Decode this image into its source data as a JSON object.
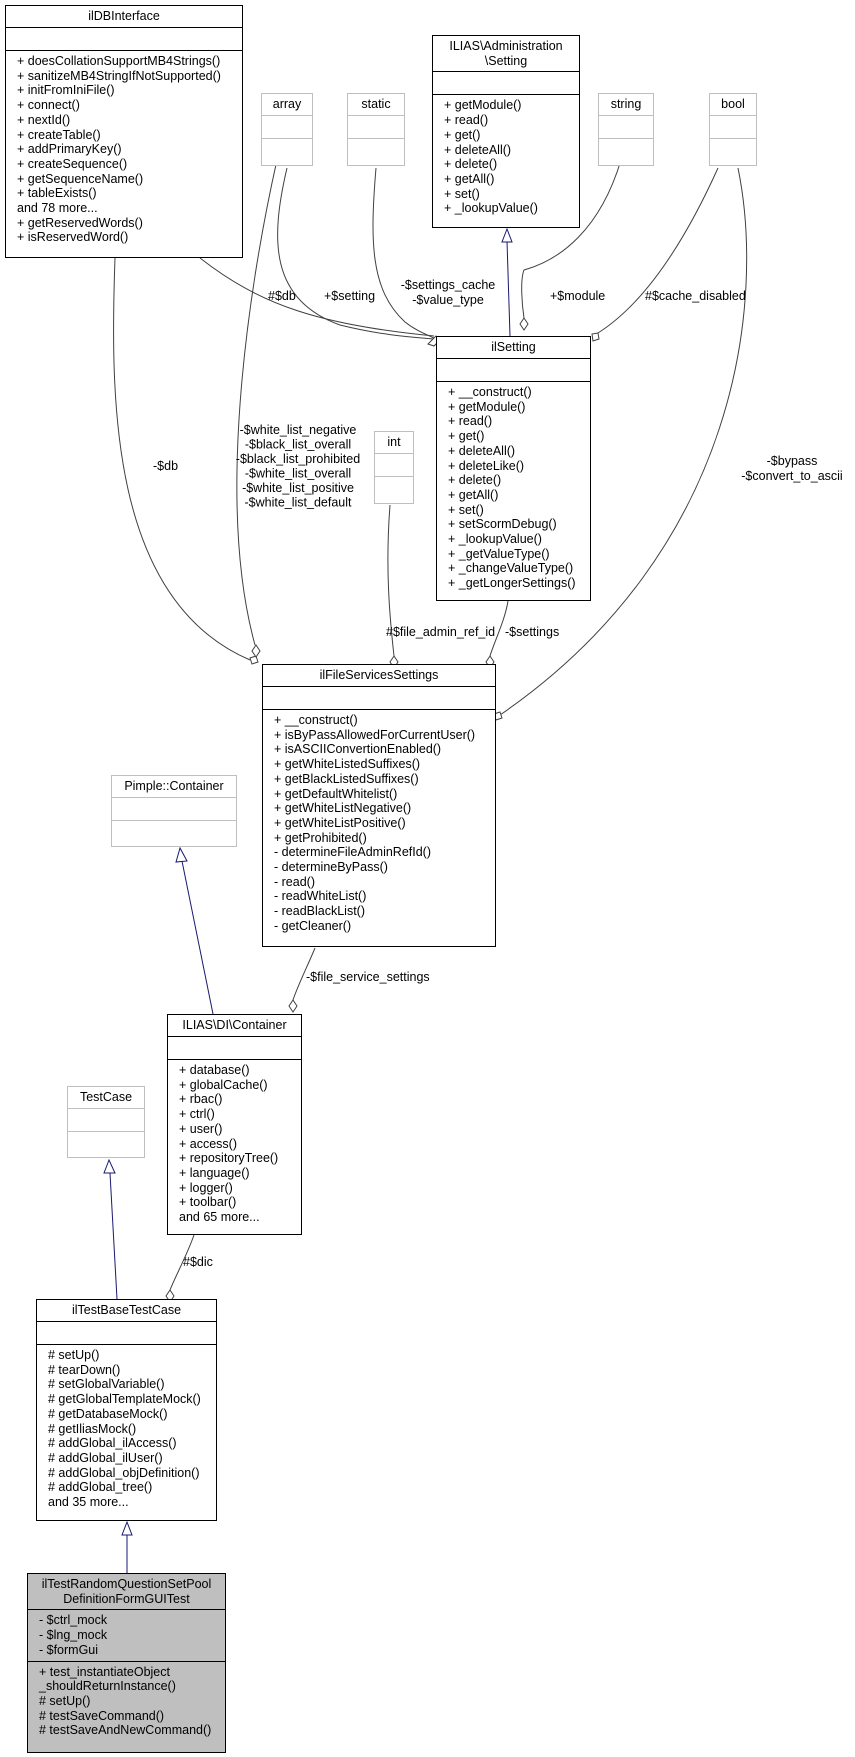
{
  "colors": {
    "inheritance": "#191970",
    "composition": "#404040",
    "external_border": "#bfbfbf",
    "focus_fill": "#bfbfbf"
  },
  "classes": {
    "ilDBInterface": {
      "name": "ilDBInterface",
      "attributes": [],
      "methods": [
        "+ doesCollationSupportMB4Strings()",
        "+ sanitizeMB4StringIfNotSupported()",
        "+ initFromIniFile()",
        "+ connect()",
        "+ nextId()",
        "+ createTable()",
        "+ addPrimaryKey()",
        "+ createSequence()",
        "+ getSequenceName()",
        "+ tableExists()",
        "and 78 more...",
        "+ getReservedWords()",
        "+ isReservedWord()"
      ]
    },
    "array": {
      "name": "array"
    },
    "static": {
      "name": "static"
    },
    "adminSetting": {
      "name": "ILIAS\\Administration\n\\Setting",
      "attributes": [],
      "methods": [
        "+ getModule()",
        "+ read()",
        "+ get()",
        "+ deleteAll()",
        "+ delete()",
        "+ getAll()",
        "+ set()",
        "+ _lookupValue()"
      ]
    },
    "string": {
      "name": "string"
    },
    "bool": {
      "name": "bool"
    },
    "ilSetting": {
      "name": "ilSetting",
      "attributes": [],
      "methods": [
        "+ __construct()",
        "+ getModule()",
        "+ read()",
        "+ get()",
        "+ deleteAll()",
        "+ deleteLike()",
        "+ delete()",
        "+ getAll()",
        "+ set()",
        "+ setScormDebug()",
        "+ _lookupValue()",
        "+ _getValueType()",
        "+ _changeValueType()",
        "+ _getLongerSettings()"
      ]
    },
    "int": {
      "name": "int"
    },
    "ilFileServicesSettings": {
      "name": "ilFileServicesSettings",
      "attributes": [],
      "methods": [
        "+ __construct()",
        "+ isByPassAllowedForCurrentUser()",
        "+ isASCIIConvertionEnabled()",
        "+ getWhiteListedSuffixes()",
        "+ getBlackListedSuffixes()",
        "+ getDefaultWhitelist()",
        "+ getWhiteListNegative()",
        "+ getWhiteListPositive()",
        "+ getProhibited()",
        "- determineFileAdminRefId()",
        "- determineByPass()",
        "- read()",
        "- readWhiteList()",
        "- readBlackList()",
        "- getCleaner()"
      ]
    },
    "pimple": {
      "name": "Pimple::Container"
    },
    "diContainer": {
      "name": "ILIAS\\DI\\Container",
      "attributes": [],
      "methods": [
        "+ database()",
        "+ globalCache()",
        "+ rbac()",
        "+ ctrl()",
        "+ user()",
        "+ access()",
        "+ repositoryTree()",
        "+ language()",
        "+ logger()",
        "+ toolbar()",
        "and 65 more..."
      ]
    },
    "testCase": {
      "name": "TestCase"
    },
    "ilTestBaseTestCase": {
      "name": "ilTestBaseTestCase",
      "attributes": [],
      "methods": [
        "# setUp()",
        "# tearDown()",
        "# setGlobalVariable()",
        "# getGlobalTemplateMock()",
        "# getDatabaseMock()",
        "# getIliasMock()",
        "# addGlobal_ilAccess()",
        "# addGlobal_ilUser()",
        "# addGlobal_objDefinition()",
        "# addGlobal_tree()",
        "and 35 more..."
      ]
    },
    "focus": {
      "name": "ilTestRandomQuestionSetPool\nDefinitionFormGUITest",
      "attributes": [
        "- $ctrl_mock",
        "- $lng_mock",
        "- $formGui"
      ],
      "methods": [
        "+ test_instantiateObject\n_shouldReturnInstance()",
        "# setUp()",
        "# testSaveCommand()",
        "# testSaveAndNewCommand()"
      ]
    }
  },
  "edge_labels": {
    "db_setting": "#$db",
    "setting_array": "+$setting",
    "settings_cache": "-$settings_cache\n-$value_type",
    "module": "+$module",
    "cache_disabled": "#$cache_disabled",
    "db_file": "-$db",
    "lists": "-$white_list_negative\n-$black_list_overall\n-$black_list_prohibited\n-$white_list_overall\n-$white_list_positive\n-$white_list_default",
    "bypass": "-$bypass\n-$convert_to_ascii",
    "file_admin_ref_id": "#$file_admin_ref_id",
    "settings": "-$settings",
    "file_service_settings": "-$file_service_settings",
    "dic": "#$dic"
  }
}
